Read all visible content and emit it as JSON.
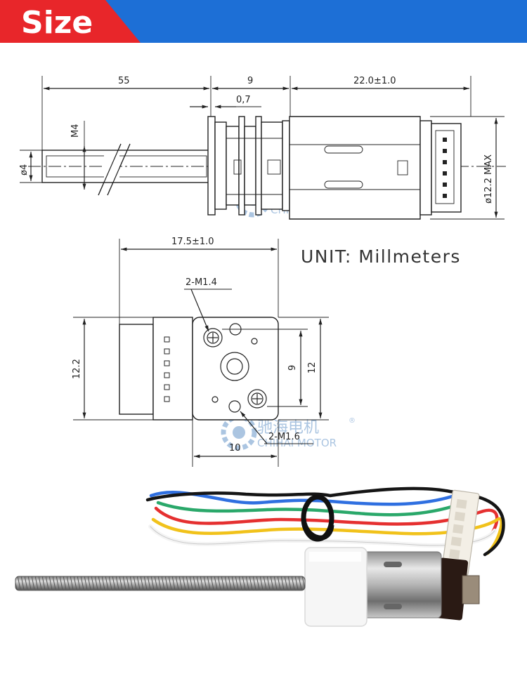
{
  "header": {
    "title": "Size",
    "bar_color": "#1d6fd6",
    "tab_color": "#e8262a"
  },
  "side_view": {
    "dim_shaft_length": "55",
    "dim_gearbox_length": "9",
    "dim_plate_thickness": "0,7",
    "dim_motor_length": "22.0±1.0",
    "dim_thread": "M4",
    "dim_shaft_diameter": "ø4",
    "dim_motor_diameter": "ø12.2  MAX"
  },
  "front_view": {
    "dim_overall_width": "17.5±1.0",
    "dim_height": "12.2",
    "dim_plate_height": "12",
    "dim_hole_spacing_v": "9",
    "dim_plate_width": "10",
    "label_screw_top": "2-M1.4",
    "label_screw_bottom": "2-M1.6"
  },
  "unit_label": "UNIT: Millmeters",
  "watermark": {
    "cn": "驰海电机",
    "en": "CHIHAI MOTOR",
    "registered": "®"
  },
  "photo": {
    "wire_colors": [
      "#2f6fe0",
      "#2aa86a",
      "#e53030",
      "#f1c21b",
      "#ffffff",
      "#111111"
    ]
  }
}
